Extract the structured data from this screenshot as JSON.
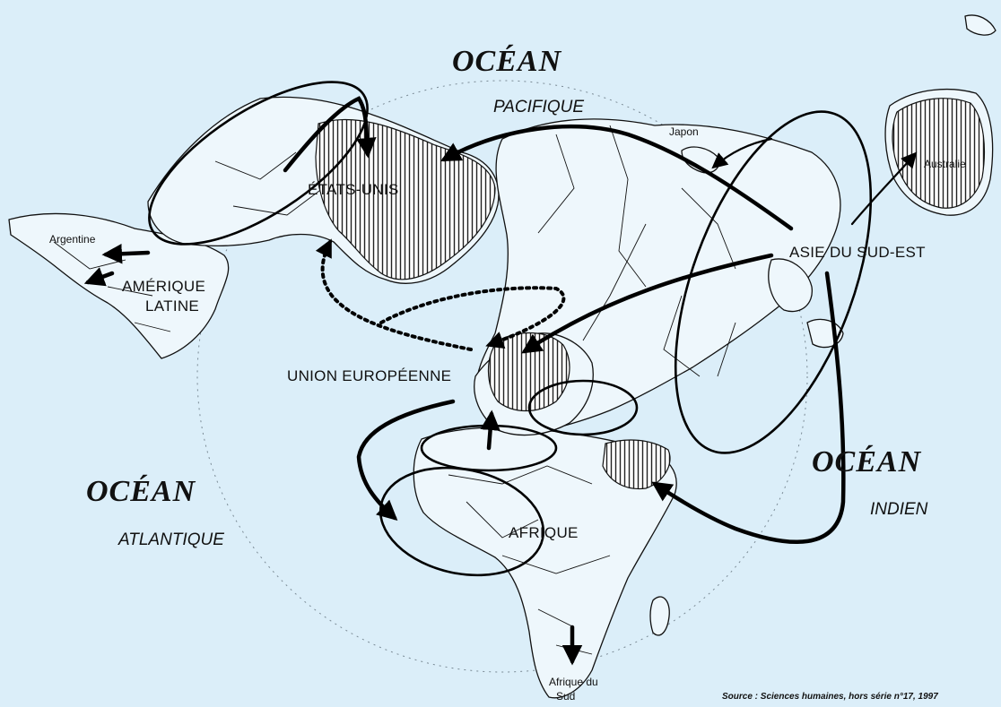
{
  "map": {
    "oceans": {
      "pacific_title": "OCÉAN",
      "pacific_sub": "PACIFIQUE",
      "atlantic_title": "OCÉAN",
      "atlantic_sub": "ATLANTIQUE",
      "indian_title": "OCÉAN",
      "indian_sub": "INDIEN"
    },
    "regions": {
      "usa": "ÉTATS-UNIS",
      "latin_america_line1": "AMÉRIQUE",
      "latin_america_line2": "LATINE",
      "eu": "UNION EUROPÉENNE",
      "africa": "AFRIQUE",
      "se_asia": "ASIE DU SUD-EST"
    },
    "countries": {
      "argentina": "Argentine",
      "japan": "Japon",
      "australia": "Australie",
      "south_africa_line1": "Afrique du",
      "south_africa_line2": "Sud"
    },
    "source": "Source : Sciences humaines, hors série n°17, 1997"
  }
}
